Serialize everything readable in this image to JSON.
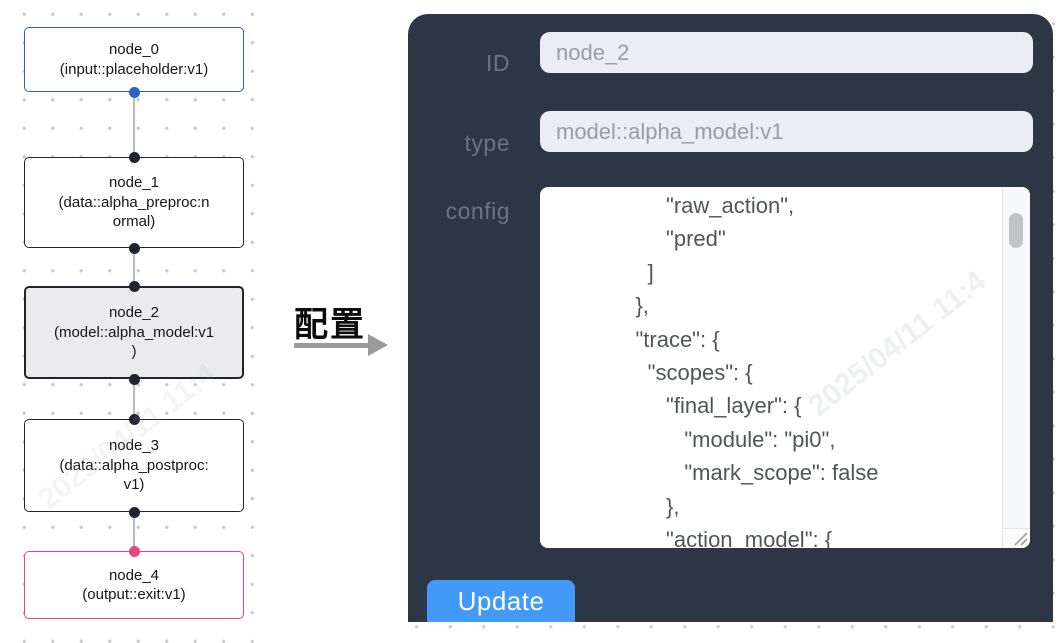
{
  "flow": {
    "nodes": [
      {
        "id": "node_0",
        "lines": [
          "node_0",
          "(input::placeholder:v1)"
        ],
        "border_color": "#2b62c6",
        "bg": "#ffffff",
        "selected": false,
        "top_port": null,
        "bottom_port": "#2b62c6"
      },
      {
        "id": "node_1",
        "lines": [
          "node_1",
          "(data::alpha_preproc:n",
          "ormal)"
        ],
        "border_color": "#20242e",
        "bg": "#ffffff",
        "selected": false,
        "top_port": "#20242e",
        "bottom_port": "#20242e"
      },
      {
        "id": "node_2",
        "lines": [
          "node_2",
          "(model::alpha_model:v1",
          ")"
        ],
        "border_color": "#20242e",
        "bg": "#ebebed",
        "selected": true,
        "top_port": "#20242e",
        "bottom_port": "#20242e"
      },
      {
        "id": "node_3",
        "lines": [
          "node_3",
          "(data::alpha_postproc:",
          "v1)"
        ],
        "border_color": "#20242e",
        "bg": "#ffffff",
        "selected": false,
        "top_port": "#20242e",
        "bottom_port": "#20242e"
      },
      {
        "id": "node_4",
        "lines": [
          "node_4",
          "(output::exit:v1)"
        ],
        "border_color": "#e8457e",
        "bg": "#ffffff",
        "selected": false,
        "top_port": "#e8457e",
        "bottom_port": null
      }
    ],
    "edge_color": "#b6b9bf"
  },
  "transition": {
    "label": "配置",
    "arrow_color": "#9a9a9a"
  },
  "panel": {
    "bg_color": "#2d3644",
    "fields": [
      {
        "label": "ID",
        "value": "node_2"
      },
      {
        "label": "type",
        "value": "model::alpha_model:v1"
      }
    ],
    "config_label": "config",
    "config_lines": [
      "                  \"raw_action\",",
      "                  \"pred\"",
      "               ]",
      "             },",
      "             \"trace\": {",
      "               \"scopes\": {",
      "                  \"final_layer\": {",
      "                     \"module\": \"pi0\",",
      "                     \"mark_scope\": false",
      "                  },",
      "                  \"action_model\": {"
    ],
    "update_button": {
      "label": "Update",
      "color": "#4299f7"
    }
  },
  "watermark": {
    "text": "2025/04/11 11:4"
  }
}
